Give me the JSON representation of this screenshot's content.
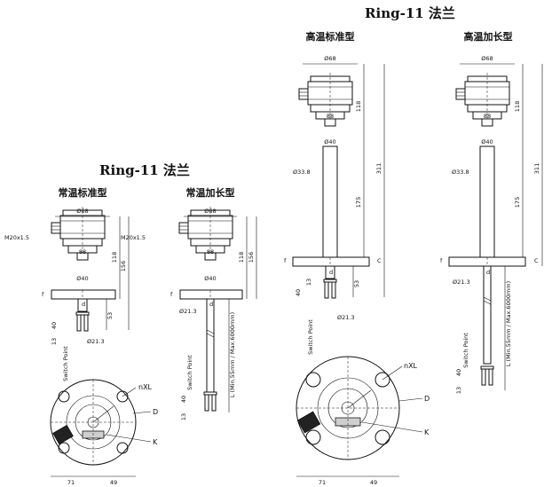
{
  "titles": {
    "top": "Ring-11 法兰",
    "left": "Ring-11 法兰",
    "top_left_sub": "高温标准型",
    "top_right_sub": "高温加长型",
    "left_left_sub": "常温标准型",
    "left_right_sub": "常温加长型"
  },
  "dims": {
    "d68": "Ø68",
    "d40": "Ø40",
    "d33_8": "Ø33.8",
    "d21_3": "Ø21.3",
    "v88": "88",
    "v118": "118",
    "v311": "311",
    "v175": "175",
    "v156": "156",
    "v53": "53",
    "v40": "40",
    "v13": "13",
    "v71": "71",
    "v49": "49",
    "f": "f",
    "c": "C",
    "d": "d",
    "m20": "M20x1.5",
    "switch_point": "Switch Point",
    "length": "L (Min.55mm / Max.6000mm)"
  },
  "labels": {
    "nxl": "nXL",
    "D": "D",
    "K": "K"
  }
}
